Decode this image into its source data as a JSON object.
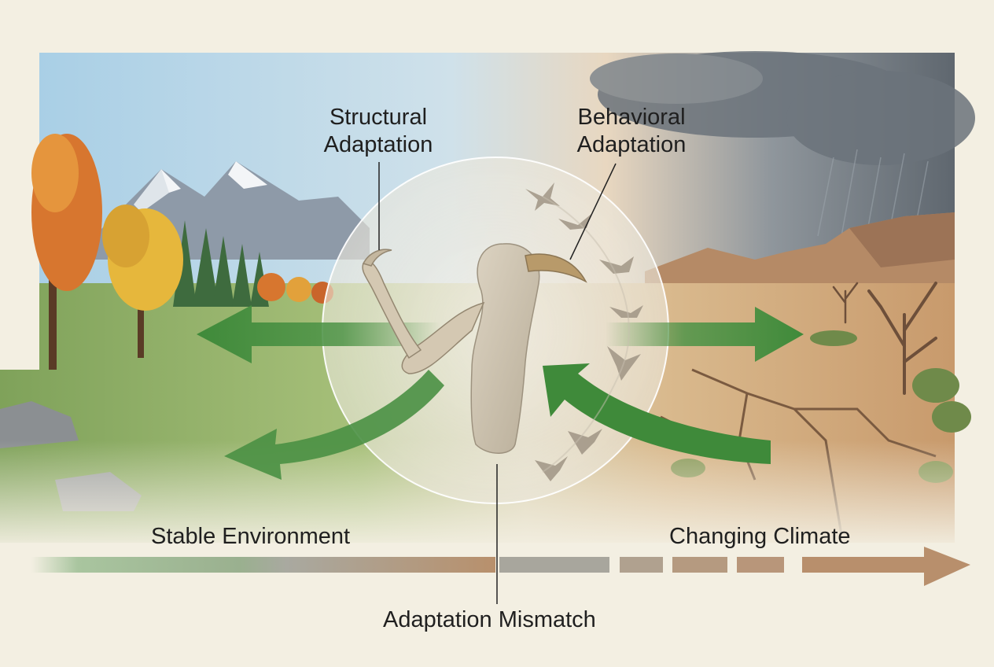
{
  "labels": {
    "structural_line1": "Structural",
    "structural_line2": "Adaptation",
    "behavioral_line1": "Behavioral",
    "behavioral_line2": "Adaptation",
    "stable_environment": "Stable Environment",
    "changing_climate": "Changing Climate",
    "adaptation_mismatch": "Adaptation Mismatch"
  },
  "icons": [
    "mountain-icon",
    "tree-icon",
    "storm-cloud-icon",
    "bird-icon",
    "claw-arm-icon",
    "flying-bird-icon",
    "cracked-ground-icon",
    "arrow-icon",
    "dead-tree-icon"
  ],
  "colors": {
    "arrow_green": "#3f8a3a",
    "timeline_green": "#8fb58a",
    "timeline_brown": "#b89272",
    "background": "#f3efe2"
  }
}
